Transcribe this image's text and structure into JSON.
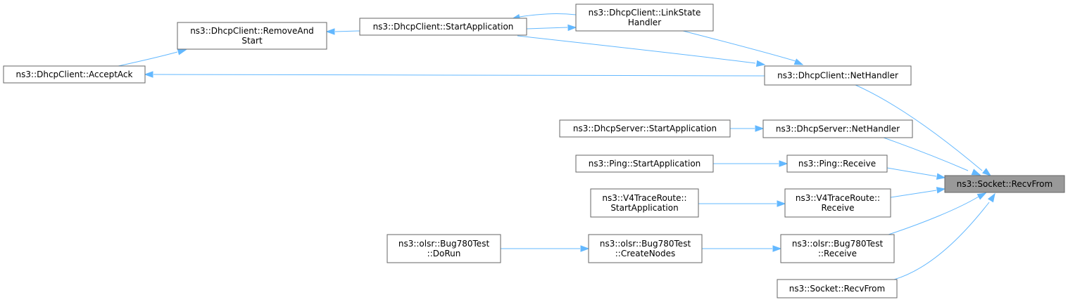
{
  "diagram": {
    "nodes": [
      {
        "id": "recvfrom_main",
        "lines": [
          "ns3::Socket::RecvFrom"
        ],
        "focus": true
      },
      {
        "id": "dhcpclient_nethandler",
        "lines": [
          "ns3::DhcpClient::NetHandler"
        ]
      },
      {
        "id": "dhcpclient_acceptack",
        "lines": [
          "ns3::DhcpClient::AcceptAck"
        ]
      },
      {
        "id": "dhcpclient_removeandstart",
        "lines": [
          "ns3::DhcpClient::RemoveAnd",
          "Start"
        ]
      },
      {
        "id": "dhcpclient_startapplication",
        "lines": [
          "ns3::DhcpClient::StartApplication"
        ]
      },
      {
        "id": "dhcpclient_linkstatehandler",
        "lines": [
          "ns3::DhcpClient::LinkState",
          "Handler"
        ]
      },
      {
        "id": "dhcpserver_nethandler",
        "lines": [
          "ns3::DhcpServer::NetHandler"
        ]
      },
      {
        "id": "dhcpserver_startapplication",
        "lines": [
          "ns3::DhcpServer::StartApplication"
        ]
      },
      {
        "id": "ping_receive",
        "lines": [
          "ns3::Ping::Receive"
        ]
      },
      {
        "id": "ping_startapplication",
        "lines": [
          "ns3::Ping::StartApplication"
        ]
      },
      {
        "id": "v4traceroute_receive",
        "lines": [
          "ns3::V4TraceRoute::",
          "Receive"
        ]
      },
      {
        "id": "v4traceroute_startapplication",
        "lines": [
          "ns3::V4TraceRoute::",
          "StartApplication"
        ]
      },
      {
        "id": "bug780_receive",
        "lines": [
          "ns3::olsr::Bug780Test",
          "::Receive"
        ]
      },
      {
        "id": "bug780_createnodes",
        "lines": [
          "ns3::olsr::Bug780Test",
          "::CreateNodes"
        ]
      },
      {
        "id": "bug780_dorun",
        "lines": [
          "ns3::olsr::Bug780Test",
          "::DoRun"
        ]
      },
      {
        "id": "recvfrom_overload",
        "lines": [
          "ns3::Socket::RecvFrom"
        ]
      }
    ],
    "edges": [
      {
        "from": "dhcpclient_nethandler",
        "to": "recvfrom_main"
      },
      {
        "from": "dhcpserver_nethandler",
        "to": "recvfrom_main"
      },
      {
        "from": "ping_receive",
        "to": "recvfrom_main"
      },
      {
        "from": "v4traceroute_receive",
        "to": "recvfrom_main"
      },
      {
        "from": "bug780_receive",
        "to": "recvfrom_main"
      },
      {
        "from": "recvfrom_overload",
        "to": "recvfrom_main"
      },
      {
        "from": "dhcpclient_acceptack",
        "to": "dhcpclient_nethandler"
      },
      {
        "from": "dhcpclient_startapplication",
        "to": "dhcpclient_nethandler"
      },
      {
        "from": "dhcpclient_linkstatehandler",
        "to": "dhcpclient_nethandler"
      },
      {
        "from": "dhcpclient_removeandstart",
        "to": "dhcpclient_acceptack"
      },
      {
        "from": "dhcpclient_startapplication",
        "to": "dhcpclient_removeandstart"
      },
      {
        "from": "dhcpclient_linkstatehandler",
        "to": "dhcpclient_startapplication"
      },
      {
        "from": "dhcpclient_startapplication",
        "to": "dhcpclient_linkstatehandler"
      },
      {
        "from": "dhcpserver_startapplication",
        "to": "dhcpserver_nethandler"
      },
      {
        "from": "ping_startapplication",
        "to": "ping_receive"
      },
      {
        "from": "v4traceroute_startapplication",
        "to": "v4traceroute_receive"
      },
      {
        "from": "bug780_createnodes",
        "to": "bug780_receive"
      },
      {
        "from": "bug780_dorun",
        "to": "bug780_createnodes"
      }
    ]
  }
}
